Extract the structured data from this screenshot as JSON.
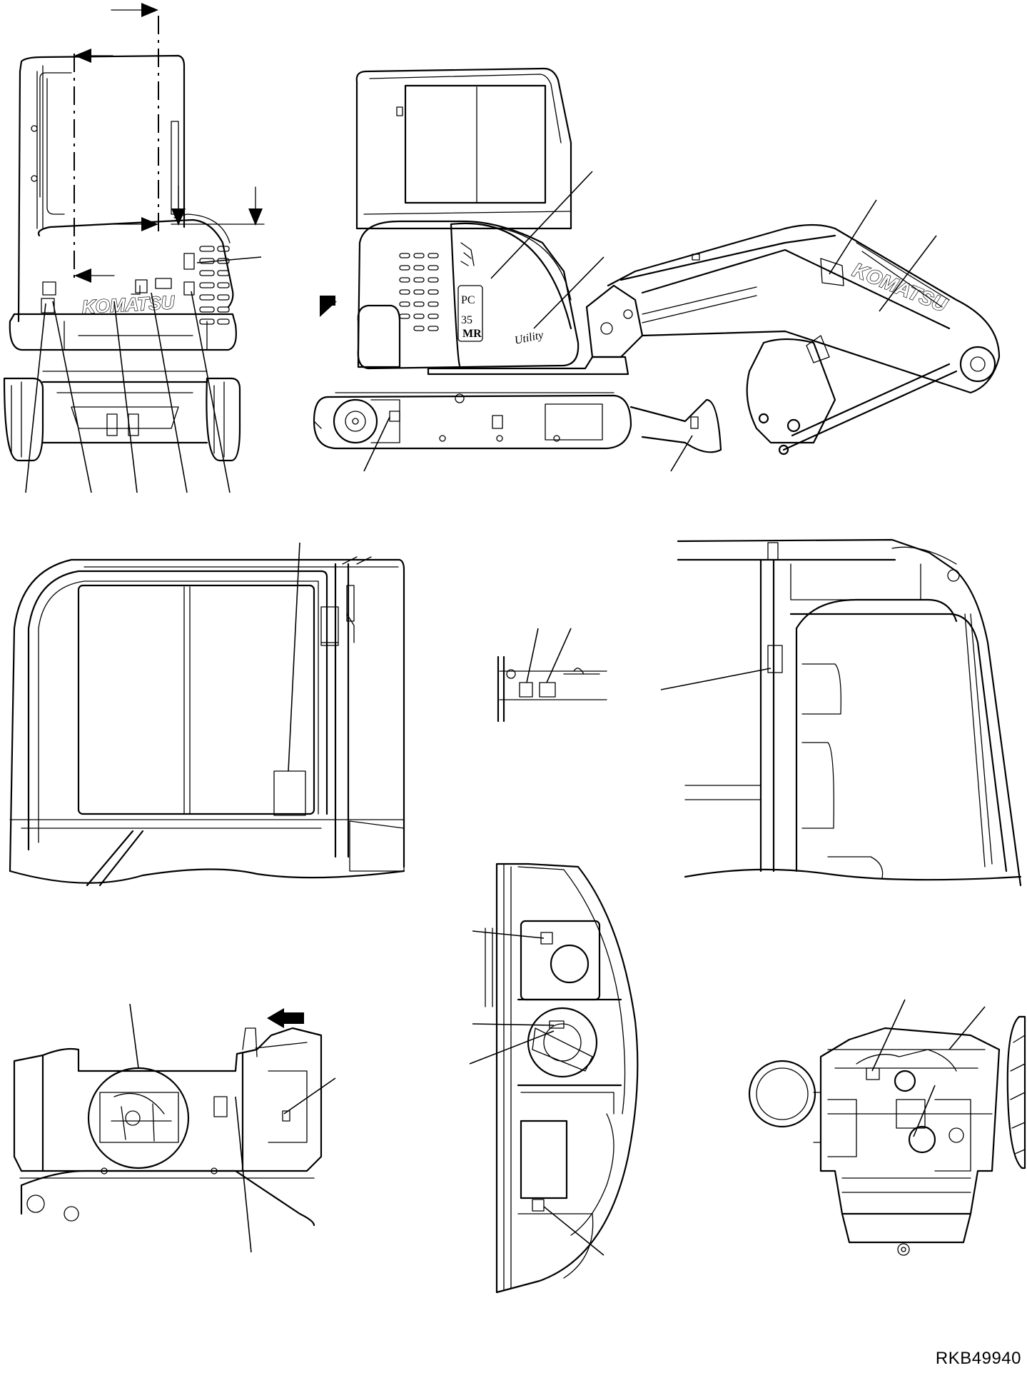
{
  "drawing": {
    "reference_code": "RKB49940",
    "brand_rear": "KOMATSU",
    "brand_boom": "KOMATSU",
    "model_badge": {
      "line1": "PC",
      "line2": "35",
      "line3": "MR"
    },
    "series_badge": "Utility"
  },
  "views": [
    {
      "id": "rear-view"
    },
    {
      "id": "side-view"
    },
    {
      "id": "cab-left-view"
    },
    {
      "id": "detail-view"
    },
    {
      "id": "cab-right-view"
    },
    {
      "id": "engine-compartment-view"
    },
    {
      "id": "cab-front-section-view"
    },
    {
      "id": "engine-view"
    }
  ]
}
